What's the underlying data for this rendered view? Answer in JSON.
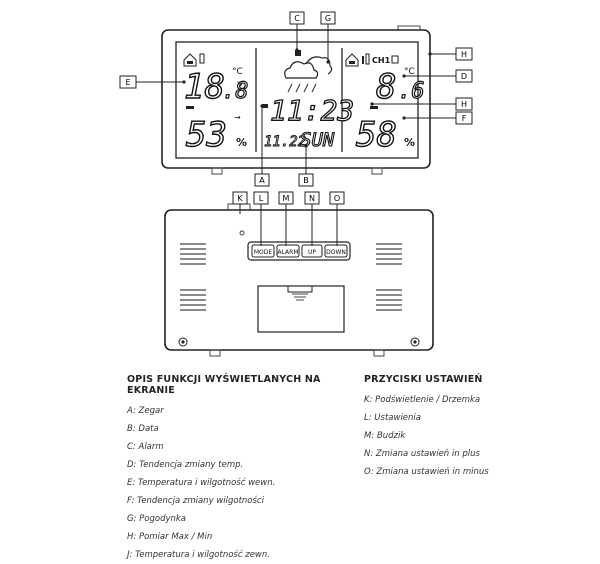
{
  "display": {
    "temp_indoor_int": "18",
    "temp_indoor_dec": ".8",
    "humidity_indoor": "53",
    "clock": "11:23",
    "date": "11.22",
    "day": "SUN",
    "temp_outdoor_int": "8",
    "temp_outdoor_dec": ".6",
    "humidity_outdoor": "58",
    "percent": "%",
    "celsius": "°C"
  },
  "callouts": {
    "A": "A",
    "B": "B",
    "C": "C",
    "D": "D",
    "E": "E",
    "F": "F",
    "G": "G",
    "H1": "H",
    "H2": "H",
    "K": "K",
    "L": "L",
    "M": "M",
    "N": "N",
    "O": "O"
  },
  "buttons": [
    "MODE",
    "ALARM",
    "UP",
    "DOWN"
  ],
  "legend_left": {
    "title": "OPIS FUNKCJI WYŚWIETLANYCH NA EKRANIE",
    "items": [
      "A: Zegar",
      "B: Data",
      "C: Alarm",
      "D: Tendencja zmiany temp.",
      "E: Temperatura i wilgotność wewn.",
      "F: Tendencja zmiany wilgotności",
      "G: Pogodynka",
      "H: Pomiar Max / Min",
      "J: Temperatura i wilgotność zewn."
    ]
  },
  "legend_right": {
    "title": "PRZYCISKI USTAWIEŃ",
    "items": [
      "K: Podświetlenie / Drzemka",
      "L: Ustawienia",
      "M: Budzik",
      "N: Zmiana ustawień in plus",
      "O: Zmiana ustawień in minus"
    ]
  }
}
